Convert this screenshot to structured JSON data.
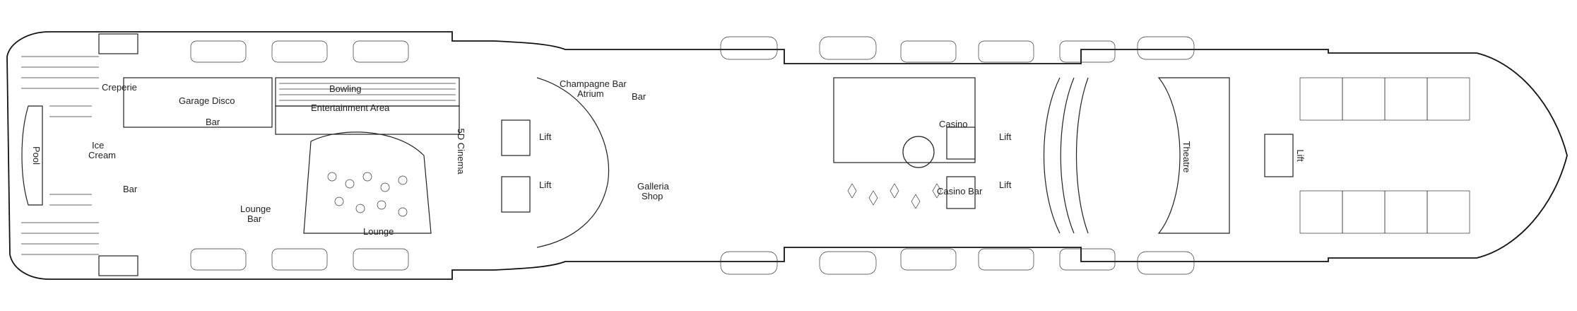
{
  "labels": {
    "pool": "Pool",
    "creperie": "Creperie",
    "ice_cream": [
      "Ice",
      "Cream"
    ],
    "garage_disco": "Garage Disco",
    "bar_aft": "Bar",
    "bowling": "Bowling",
    "entertainment_area": "Entertainment Area",
    "bar_pool": "Bar",
    "lounge_bar": [
      "Lounge",
      "Bar"
    ],
    "lounge": "Lounge",
    "cinema_5d": "5D Cinema",
    "lift_1": "Lift",
    "lift_2": "Lift",
    "champagne_bar": "Champagne Bar",
    "atrium": "Atrium",
    "bar_atrium": "Bar",
    "galleria_shop": [
      "Galleria",
      "Shop"
    ],
    "casino": "Casino",
    "casino_bar": "Casino Bar",
    "lift_3": "Lift",
    "lift_4": "Lift",
    "theatre": "Theatre",
    "lift_fwd": "Lift"
  },
  "colors": {
    "line": "#222222",
    "background": "#ffffff"
  }
}
